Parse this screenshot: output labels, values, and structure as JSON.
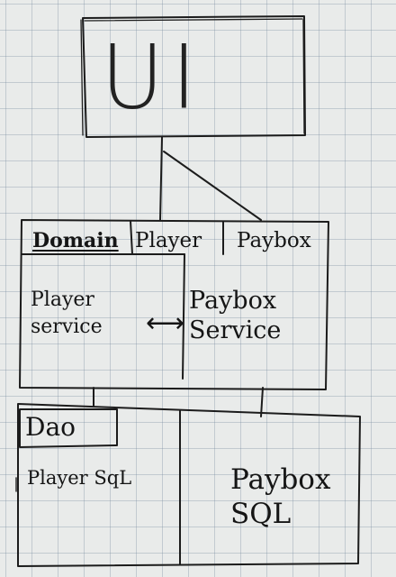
{
  "ui_block": {
    "label": "UI"
  },
  "domain_layer": {
    "title": "Domain",
    "tabs": [
      "Player",
      "Paybox"
    ],
    "player_service": "Player service",
    "paybox_service": "Paybox Service",
    "arrow": "⟷"
  },
  "dao_layer": {
    "title": "Dao",
    "player_sql": "Player SqL",
    "paybox_sql": "Paybox SQL"
  }
}
